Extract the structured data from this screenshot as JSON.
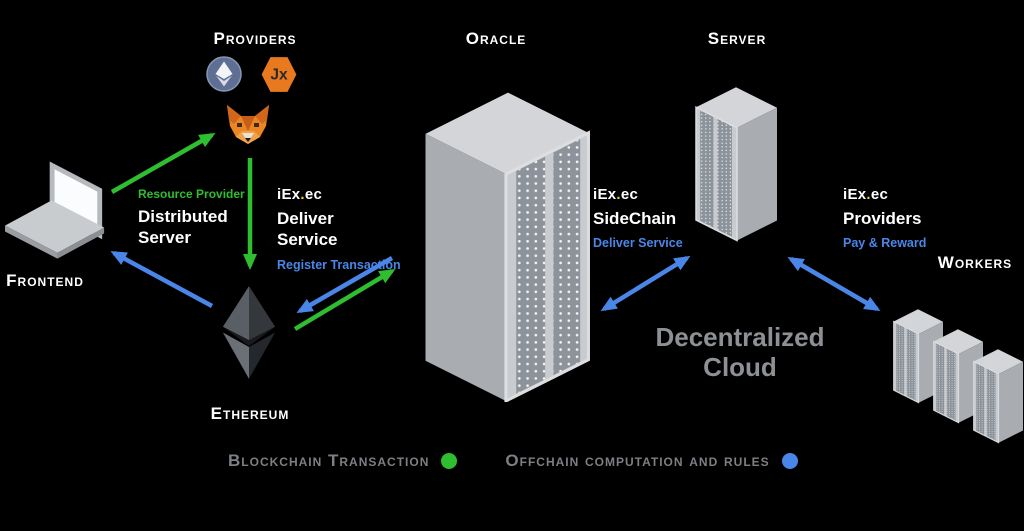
{
  "colors": {
    "blockchain_green": "#2fbe2f",
    "offchain_blue": "#4a86e8",
    "iexec_yellow": "#f0d500",
    "muted_gray": "#8d9094"
  },
  "nodes": {
    "providers": {
      "label": "Providers"
    },
    "frontend": {
      "label": "Frontend"
    },
    "oracle": {
      "label": "Oracle"
    },
    "server": {
      "label": "Server"
    },
    "ethereum": {
      "label": "Ethereum"
    },
    "workers": {
      "label": "Workers"
    }
  },
  "icons": {
    "ethereum_coin": "ethereum-icon",
    "jx_badge": "jx-hexagon-icon",
    "jx_text": "Jx",
    "metamask": "metamask-fox-icon",
    "laptop": "laptop-icon",
    "oracle_rack": "server-rack-icon",
    "server_rack": "server-rack-icon",
    "worker_racks": "server-rack-icon",
    "ethereum_3d": "ethereum-3d-icon"
  },
  "iexec_logo": {
    "prefix": "iEx",
    "separator": ".",
    "suffix": "ec"
  },
  "annotations": {
    "resource_provider": {
      "tag": "Resource Provider",
      "title": "Distributed Server"
    },
    "deliver_service": {
      "title": "Deliver Service",
      "subtitle": "Register Transaction"
    },
    "sidechain": {
      "title": "SideChain",
      "subtitle": "Deliver Service"
    },
    "providers_reward": {
      "title": "Providers",
      "subtitle": "Pay & Reward"
    }
  },
  "caption": {
    "line1": "Decentralized",
    "line2": "Cloud"
  },
  "legend": {
    "items": [
      {
        "label": "Blockchain Transaction",
        "color": "green"
      },
      {
        "label": "Offchain computation and rules",
        "color": "blue"
      }
    ]
  }
}
